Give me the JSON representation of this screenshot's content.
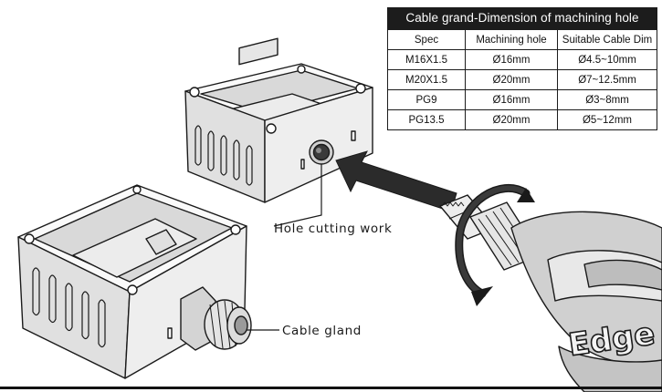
{
  "table": {
    "title": "Cable grand-Dimension of machining hole",
    "headers": [
      "Spec",
      "Machining hole",
      "Suitable Cable Dim"
    ],
    "rows": [
      [
        "M16X1.5",
        "Ø16mm",
        "Ø4.5~10mm"
      ],
      [
        "M20X1.5",
        "Ø20mm",
        "Ø7~12.5mm"
      ],
      [
        "PG9",
        "Ø16mm",
        "Ø3~8mm"
      ],
      [
        "PG13.5",
        "Ø20mm",
        "Ø5~12mm"
      ]
    ]
  },
  "labels": {
    "hole_cutting": "Hole cutting work",
    "cable_gland": "Cable gland"
  },
  "drill_logo": "Edge",
  "colors": {
    "outline": "#1a1a1a",
    "box_fill": "#f3f3f3",
    "box_side": "#d9d9d9",
    "shadow": "#a6a6a6",
    "arrow": "#2b2b2b",
    "table_header": "#1c1c1c"
  }
}
